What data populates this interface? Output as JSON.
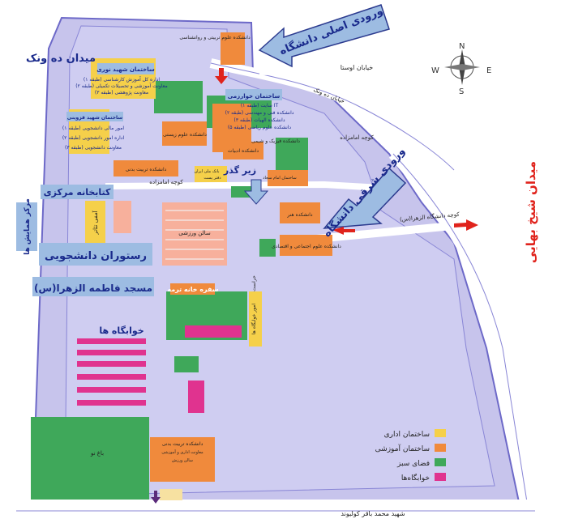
{
  "labels": {
    "main_entrance": "ورودی اصلی دانشگاه",
    "east_entrance": "ورودی شرقی دانشگاه",
    "vanak_square": "میدان ده ونک",
    "sheikh_bahaei_square": "میدان شیخ بهایی",
    "avesta_street": "خیابان اوستا",
    "dehvanak_street": "خیابان ده ونک",
    "imamzadeh_alley": "کوچه امامزاده",
    "alzahra_alley": "کوچه دانشگاه الزهرا(س)",
    "baqer_kolivand_street": "شهید محمد باقر کولیوند",
    "underpass": "زیر گذر",
    "central_library": "کتابخانه مرکزی",
    "student_restaurant": "رستوران دانشجویی",
    "fatemeh_mosque": "مسجد فاطمه الزهرا(س)",
    "dormitories": "خوابگاه ها",
    "conference_center": "مرکز همایش ها",
    "amphitheater": "آمفی تئاتر",
    "sports_hall": "سالن ورزشی",
    "bagh_no": "باغ نو",
    "psychology_faculty": "دانشکده علوم تربیتی و روانشناسی",
    "shahid_nouri": "ساختمان شهید نوری",
    "nouri_f1": "(طبقه ۱) اداره کل آموزش کارشناسی",
    "nouri_f2": "(طبقه ۲) معاونت آموزشی و تحصیلات تکمیلی",
    "nouri_f3": "(طبقه ۳) معاونت پژوهشی",
    "shahid_qazvini": "ساختمان شهید قزوینی",
    "qazvini_f1": "(طبقه ۱) امور مالی دانشجویی",
    "qazvini_f2": "(طبقه ۲) اداره امور دانشجویی",
    "qazvini_f3": "(طبقه ۳) معاونت دانشجویی",
    "kharazmi": "ساختمان خوارزمی",
    "kharazmi_f1": "(طبقه ۱) سایت IT",
    "kharazmi_f2": "(طبقه ۲) دانشکده فنی و مهندسی",
    "kharazmi_f3": "(طبقه ۳) دانشکده الهیات",
    "kharazmi_f5": "(طبقه ۵) دانشکده علوم ریاضی",
    "life_sciences": "دانشکده علوم زیستی",
    "literature_faculty": "دانشکده ادبیات",
    "physics_chem": "دانشکده فیزیک و شیمی",
    "sport_faculty": "دانشکده تربیت بدنی",
    "art_faculty": "دانشکده هنر",
    "economics_faculty": "دانشکده علوم اجتماعی و اقتصادی",
    "health_center": "سفره خانه ترمه",
    "bank": "بانک ملی ایران",
    "post": "دفتر پست",
    "imam_sajjad": "ساختمان امام سجاد",
    "central_office": "امور خوابگاه ها",
    "security": "حراست",
    "sport_faculty_south": "دانشکده تربیت بدنی",
    "sport_south_sub": "معاونت اداری و آموزشی",
    "gym_hall": "سالن ورزش"
  },
  "legend": [
    {
      "label": "ساختمان اداری",
      "color": "#f5d04a"
    },
    {
      "label": "ساختمان آموزشی",
      "color": "#f08a3c"
    },
    {
      "label": "فضای سبز",
      "color": "#3fa85a"
    },
    {
      "label": "خوابگاه‌ها",
      "color": "#e0338f"
    }
  ],
  "compass": {
    "n": "N",
    "s": "S",
    "e": "E",
    "w": "W"
  },
  "colors": {
    "admin": "#f5d04a",
    "education": "#f08a3c",
    "green": "#3fa85a",
    "dorm": "#e0338f",
    "campus": "#c7c4ec",
    "callout": "#9dbce2",
    "title_blue": "#1a2a8c",
    "title_red": "#e0231c"
  }
}
